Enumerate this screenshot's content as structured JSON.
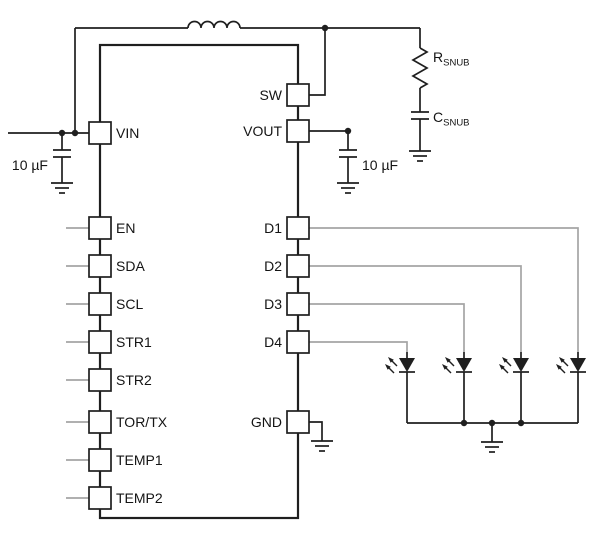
{
  "colors": {
    "wire": "#1f1f1f",
    "stub": "#a5a5a5",
    "background": "#ffffff"
  },
  "ic": {
    "left_pins": [
      {
        "label": "VIN"
      },
      {
        "label": "EN"
      },
      {
        "label": "SDA"
      },
      {
        "label": "SCL"
      },
      {
        "label": "STR1"
      },
      {
        "label": "STR2"
      },
      {
        "label": "TOR/TX"
      },
      {
        "label": "TEMP1"
      },
      {
        "label": "TEMP2"
      }
    ],
    "right_pins": [
      {
        "label": "SW"
      },
      {
        "label": "VOUT"
      },
      {
        "label": "D1"
      },
      {
        "label": "D2"
      },
      {
        "label": "D3"
      },
      {
        "label": "D4"
      },
      {
        "label": "GND"
      }
    ]
  },
  "labels": {
    "input_capacitor": "10 µF",
    "output_capacitor": "10 µF",
    "snubber_resistor": {
      "main": "R",
      "sub": "SNUB"
    },
    "snubber_capacitor": {
      "main": "C",
      "sub": "SNUB"
    }
  }
}
